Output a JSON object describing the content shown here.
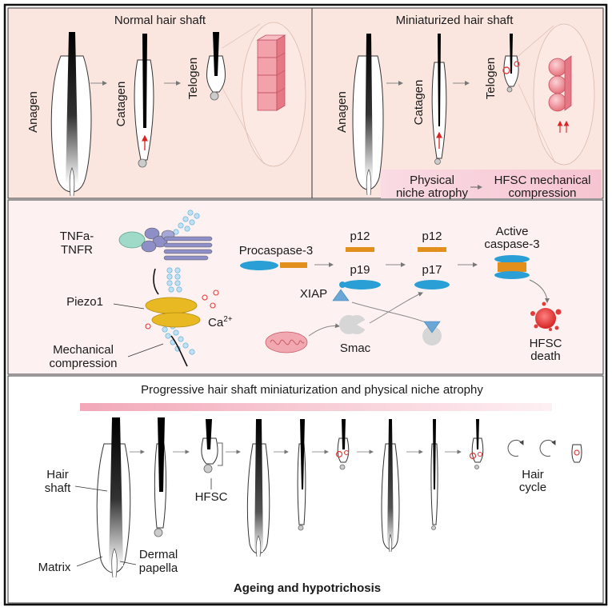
{
  "panel_top_left": {
    "title": "Normal hair shaft",
    "stages": [
      "Anagen",
      "Catagen",
      "Telogen"
    ]
  },
  "panel_top_right": {
    "title": "Miniaturized  hair shaft",
    "stages": [
      "Anagen",
      "Catagen",
      "Telogen"
    ],
    "niche_label_line1": "Physical",
    "niche_label_line2": "niche atrophy",
    "hfsc_label_line1": "HFSC mechanical",
    "hfsc_label_line2": "compression"
  },
  "panel_middle": {
    "tnf_line1": "TNFa-",
    "tnf_line2": "TNFR",
    "piezo": "Piezo1",
    "calcium": "Ca",
    "calcium_sup": "2+",
    "mech_line1": "Mechanical",
    "mech_line2": "compression",
    "procaspase": "Procaspase-3",
    "p12_a": "p12",
    "p19": "p19",
    "p12_b": "p12",
    "p17": "p17",
    "xiap": "XIAP",
    "smac": "Smac",
    "active_line1": "Active",
    "active_line2": "caspase-3",
    "death_line1": "HFSC",
    "death_line2": "death"
  },
  "panel_bottom": {
    "title": "Progressive hair shaft miniaturization and physical niche atrophy",
    "hair_shaft_line1": "Hair",
    "hair_shaft_line2": "shaft",
    "hfsc": "HFSC",
    "matrix": "Matrix",
    "dermal_line1": "Dermal",
    "dermal_line2": "papella",
    "cycle_line1": "Hair",
    "cycle_line2": "cycle",
    "footer": "Ageing and hypotrichosis"
  },
  "colors": {
    "peach_bg": "#fbe6df",
    "pink_band": "#f8cdd8",
    "middle_bg": "#fdf2f1",
    "blue": "#2a9fd6",
    "orange": "#e2901b",
    "yellow": "#e8b923",
    "purple": "#8e8fc7",
    "red": "#e23b3b"
  }
}
